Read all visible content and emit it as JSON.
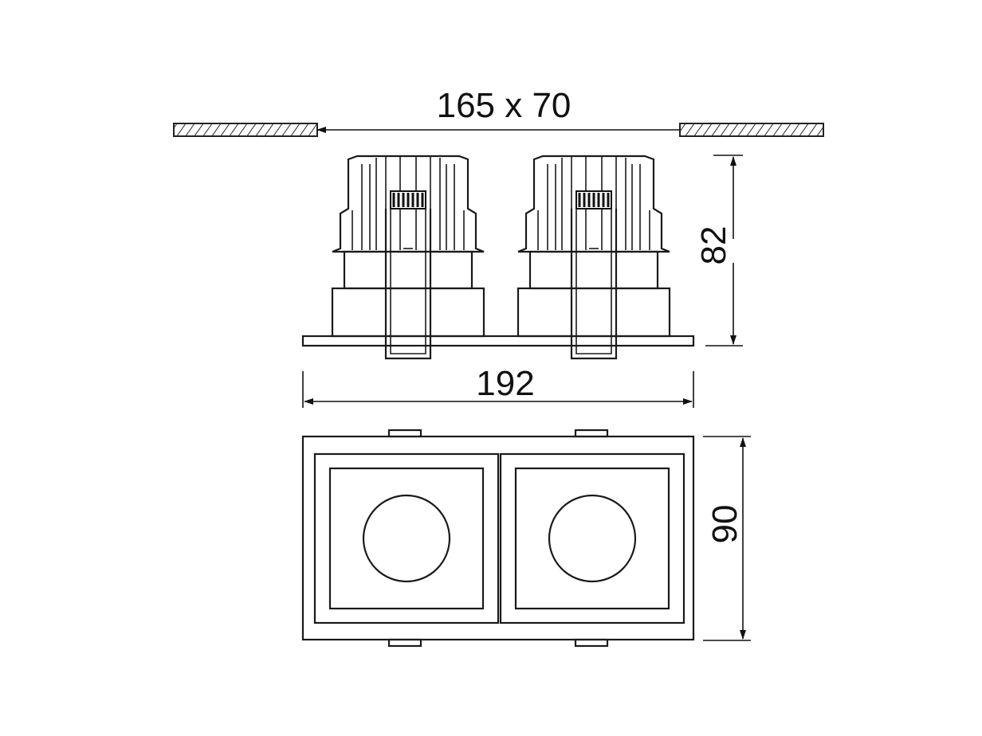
{
  "dimensions": {
    "cutout": "165 x 70",
    "height": "82",
    "width": "192",
    "depth": "90"
  }
}
